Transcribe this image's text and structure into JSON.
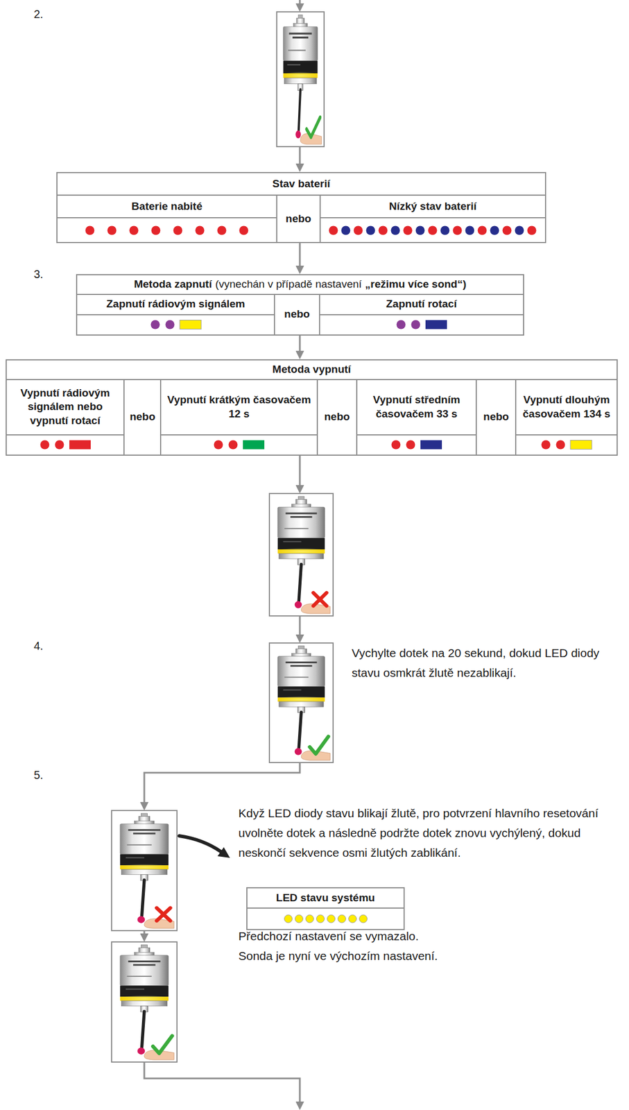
{
  "diagram": {
    "nodes": [
      {
        "text": [
          "Stav baterií"
        ]
      },
      {
        "text": [
          "Metoda zapnutí",
          "(vynechán v případě nastavení",
          "„režimu více sond“)"
        ]
      },
      {
        "text": [
          "Metoda vypnutí"
        ]
      },
      {
        "text": [
          "LED stavu systému"
        ]
      }
    ],
    "edges": [
      {
        "from": 0,
        "to": 1,
        "arrow": "to"
      },
      {
        "from": 1,
        "to": 2,
        "arrow": "to"
      }
    ],
    "labels": [
      "2.",
      "Baterie nabité",
      "nebo",
      "Nízký stav baterií",
      "3.",
      "Zapnutí rádiovým signálem",
      "nebo",
      "Zapnutí rotací",
      "Vypnutí rádiovým signálem nebo vypnutí rotací",
      "nebo",
      "Vypnutí krátkým časovačem 12 s",
      "nebo",
      "Vypnutí středním časovačem 33 s",
      "nebo",
      "Vypnutí dlouhým časovačem 134 s",
      "4.",
      "Vychylte dotek na 20 sekund, dokud LED diody stavu osmkrát žlutě nezablikají.",
      "5.",
      "Když LED diody stavu blikají žlutě, pro potvrzení hlavního resetování uvolněte dotek a následně podržte dotek znovu vychýlený, dokud neskončí sekvence osmi žlutých zablikání.",
      "Předchozí nastavení se vymazalo.",
      "Sonda je nyní ve výchozím nastavení."
    ]
  }
}
